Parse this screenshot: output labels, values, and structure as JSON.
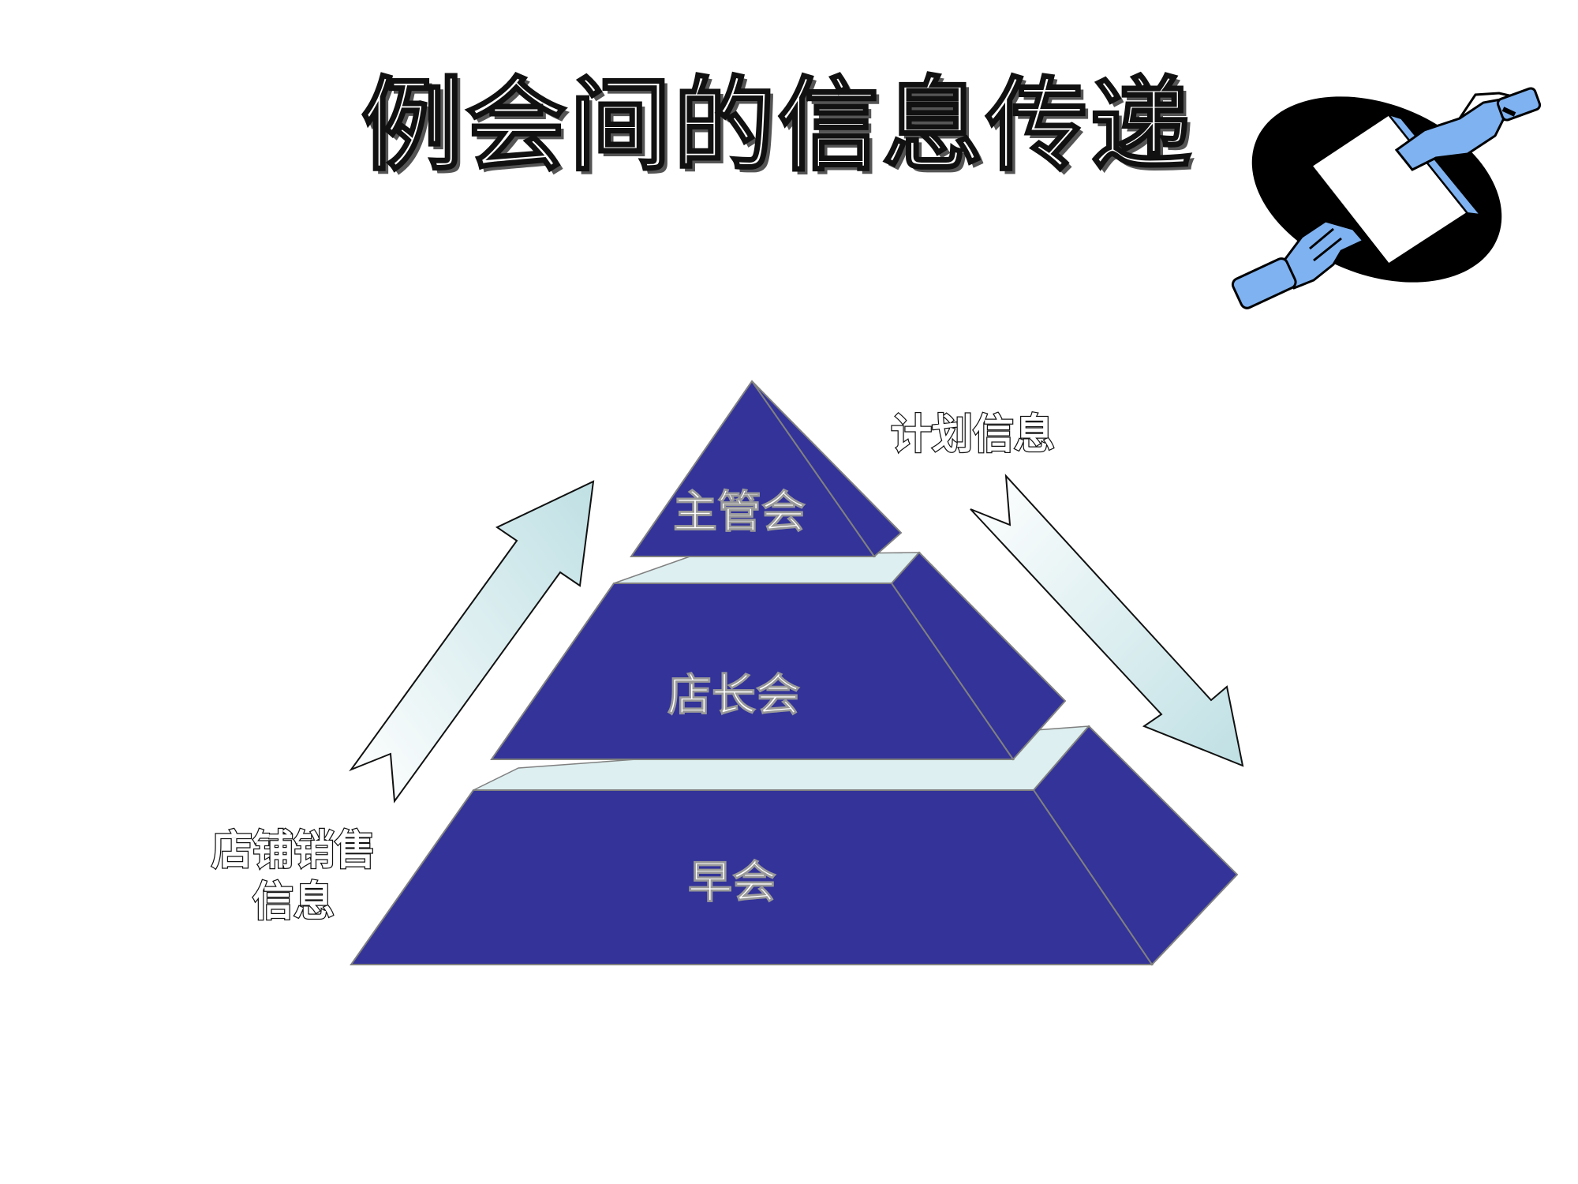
{
  "title": "例会间的信息传递",
  "tiers": {
    "top": "主管会",
    "middle": "店长会",
    "bottom": "早会"
  },
  "flows": {
    "down_label": "计划信息",
    "up_label_line1": "店铺销售",
    "up_label_line2": "信息"
  },
  "colors": {
    "tier_fill": "#333399",
    "tier_edge": "#808080",
    "gap_fill": "#DDEFF0",
    "arrow_light": "#FFFFFF",
    "arrow_dark": "#BFE0E4",
    "hands": "#7FB2F0",
    "oval": "#000000"
  },
  "icons": {
    "clipart": "handing-over-document-icon"
  }
}
